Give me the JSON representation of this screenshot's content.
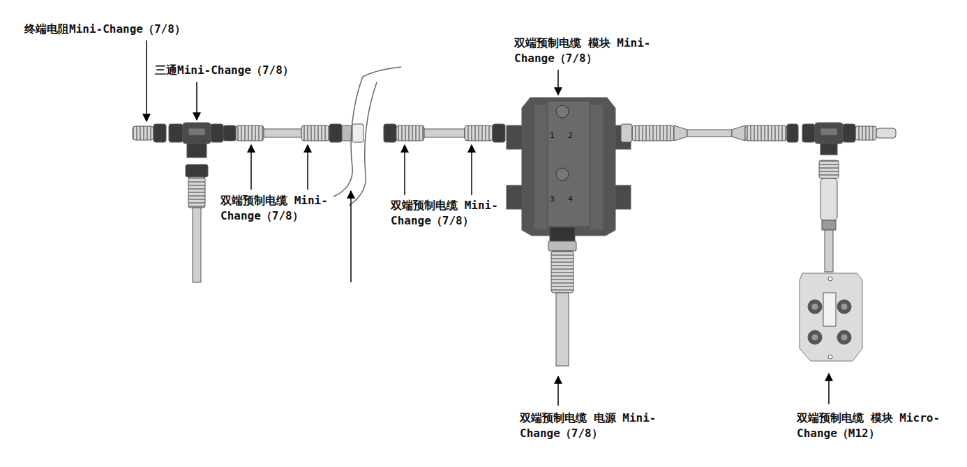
{
  "diagram": {
    "labels": [
      "终端电阻Mini-Change（7/8）",
      "三通Mini-Change（7/8）",
      "双端预制电缆 Mini-Change（7/8）",
      "双端预制电缆 Mini-Change（7/8）",
      "双端预制电缆 模块 Mini-Change（7/8）",
      "双端预制电缆 电源 Mini-Change（7/8）",
      "双端预制电缆 模块 Micro-Change（M12）",
      "1",
      "2",
      "3",
      "4"
    ]
  }
}
